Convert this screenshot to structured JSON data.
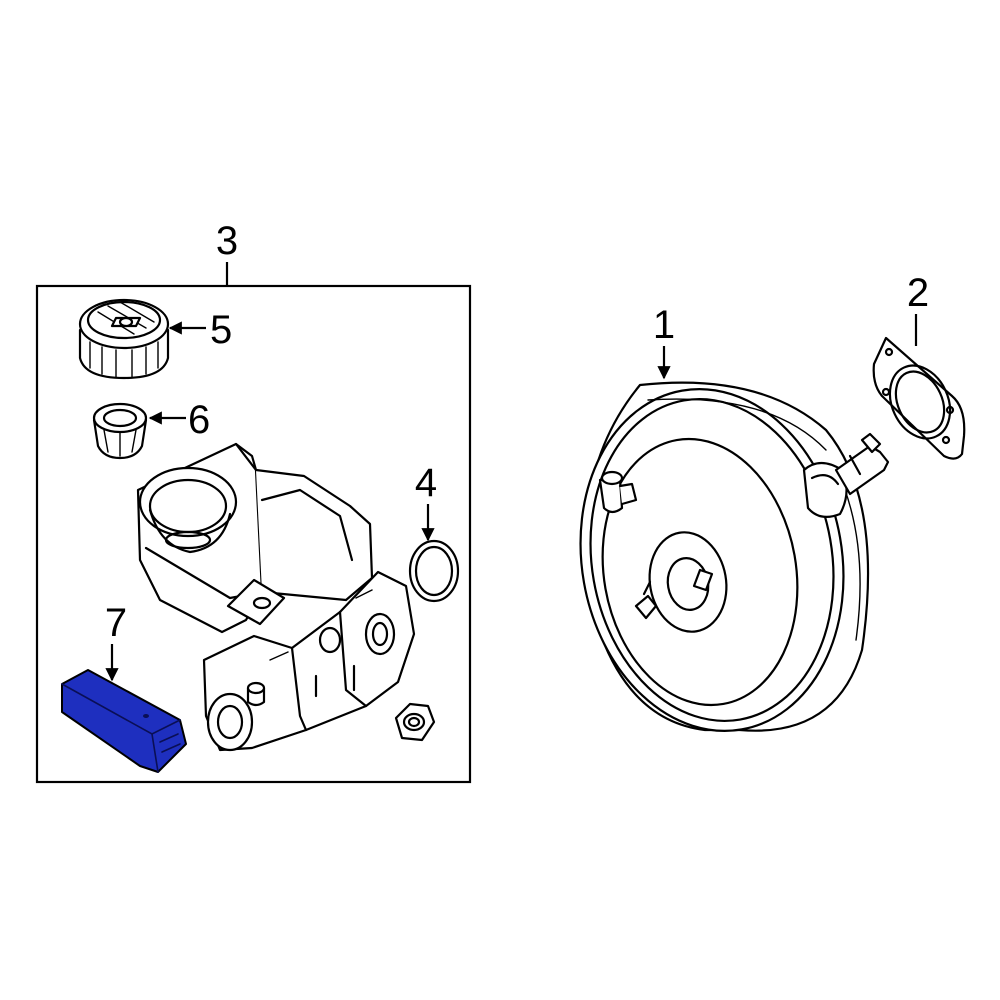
{
  "callouts": {
    "c1": "1",
    "c2": "2",
    "c3": "3",
    "c4": "4",
    "c5": "5",
    "c6": "6",
    "c7": "7"
  },
  "colors": {
    "highlight": "#1e2fbf",
    "line": "#000000",
    "background": "#ffffff"
  }
}
